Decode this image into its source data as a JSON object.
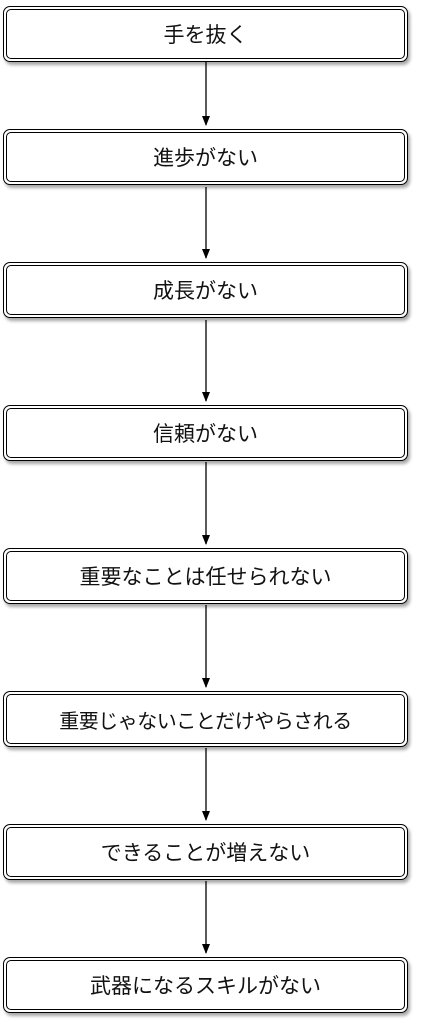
{
  "flowchart": {
    "steps": [
      {
        "label": "手を抜く"
      },
      {
        "label": "進歩がない"
      },
      {
        "label": "成長がない"
      },
      {
        "label": "信頼がない"
      },
      {
        "label": "重要なことは任せられない"
      },
      {
        "label": "重要じゃないことだけやらされる"
      },
      {
        "label": "できることが増えない"
      },
      {
        "label": "武器になるスキルがない"
      }
    ]
  },
  "colors": {
    "box_border": "#000000",
    "box_fill": "#ffffff",
    "arrow": "#000000",
    "text": "#111111"
  }
}
